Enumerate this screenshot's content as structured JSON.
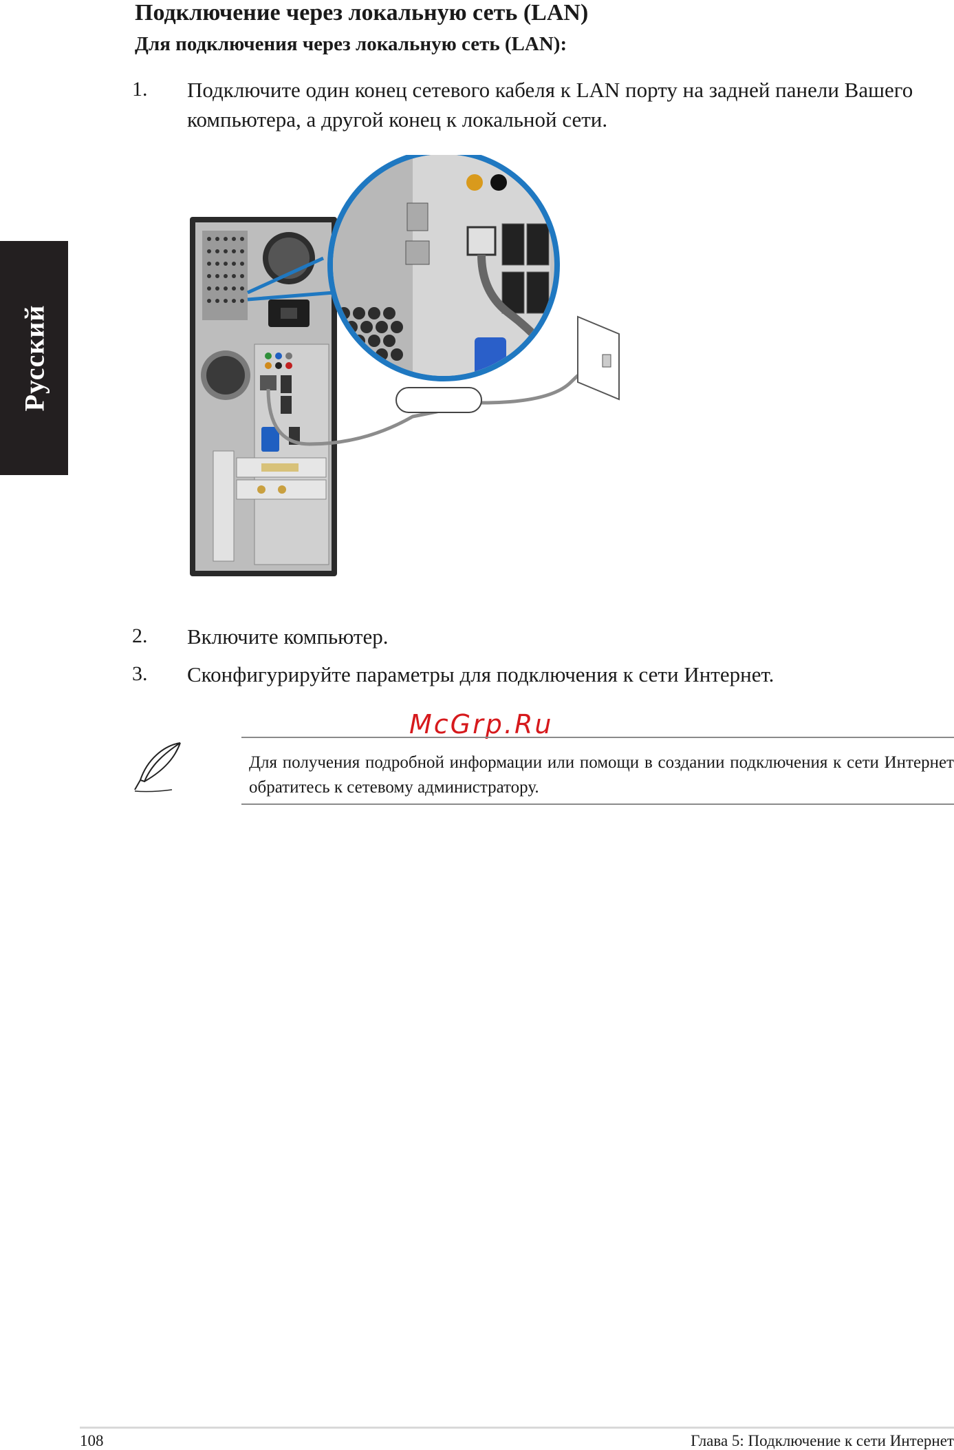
{
  "sidebar": {
    "language_tab": "Русский"
  },
  "heading": "Подключение через локальную сеть (LAN)",
  "subheading": "Для подключения через локальную сеть (LAN):",
  "steps": [
    {
      "number": "1.",
      "lines": [
        "Подключите один конец сетевого кабеля к LAN порту на задней панели Вашего",
        "компьютера, а другой конец к локальной сети."
      ]
    },
    {
      "number": "2.",
      "lines": [
        "Включите компьютер."
      ]
    },
    {
      "number": "3.",
      "lines": [
        "Сконфигурируйте параметры для подключения к сети Интернет."
      ]
    }
  ],
  "illustration": {
    "description_icon": "pc-rear-lan-connection-illustration",
    "colors": {
      "callout": "#1f78c1",
      "case": "#2a2a2a",
      "panel": "#c8c8c8",
      "cable": "#8c8c8c"
    }
  },
  "watermark": "McGrp.Ru",
  "note": {
    "icon": "feather-pen-icon",
    "text": "Для получения подробной информации или помощи в создании подключения к сети Интернет обратитесь к сетевому администратору."
  },
  "footer": {
    "page_number": "108",
    "chapter": "Глава 5: Подключение к сети Интернет"
  }
}
